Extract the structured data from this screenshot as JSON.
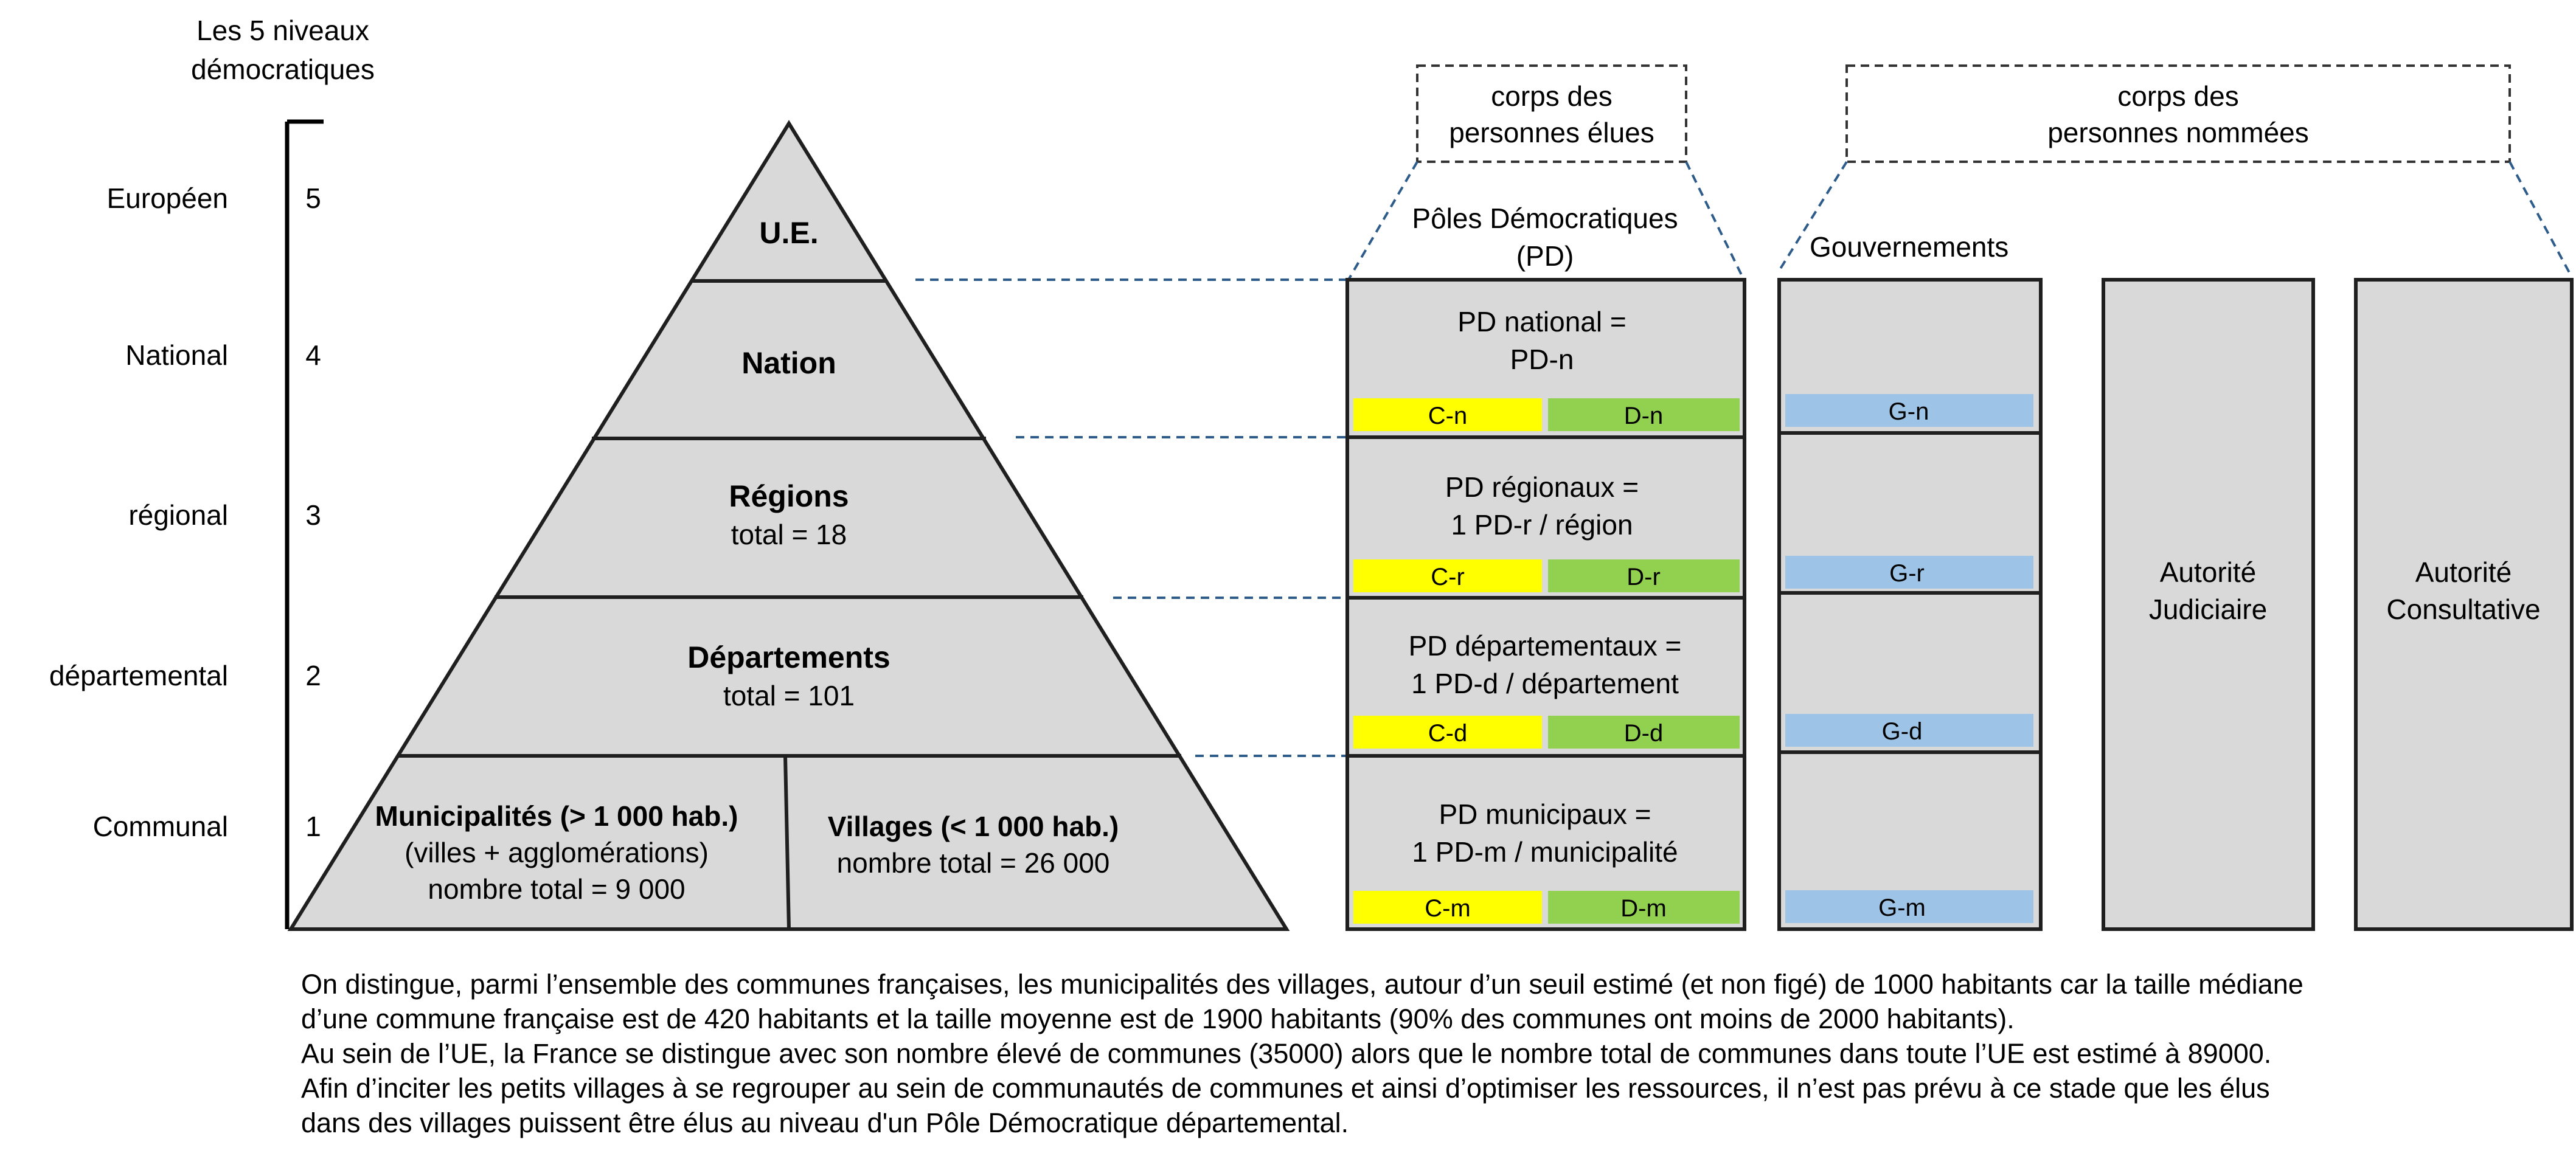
{
  "scale": {
    "title_lines": [
      "Les 5 niveaux",
      "démocratiques"
    ],
    "levels": [
      {
        "name": "Européen",
        "number": "5"
      },
      {
        "name": "National",
        "number": "4"
      },
      {
        "name": "régional",
        "number": "3"
      },
      {
        "name": "départemental",
        "number": "2"
      },
      {
        "name": "Communal",
        "number": "1"
      }
    ]
  },
  "pyramid": {
    "ue": "U.E.",
    "nation": "Nation",
    "regions": {
      "title": "Régions",
      "detail": "total = 18"
    },
    "departements": {
      "title": "Départements",
      "detail": "total = 101"
    },
    "municipalites": {
      "title": "Municipalités (> 1 000 hab.)",
      "detail1": "(villes + agglomérations)",
      "detail2": "nombre total = 9 000"
    },
    "villages": {
      "title": "Villages (< 1 000 hab.)",
      "detail": "nombre total = 26 000"
    }
  },
  "elected": {
    "header_lines": [
      "corps des",
      "personnes élues"
    ],
    "title_lines": [
      "Pôles Démocratiques",
      "(PD)"
    ],
    "cells": [
      {
        "line1": "PD national =",
        "line2": "PD-n",
        "c": "C-n",
        "d": "D-n"
      },
      {
        "line1": "PD régionaux =",
        "line2": "1 PD-r / région",
        "c": "C-r",
        "d": "D-r"
      },
      {
        "line1": "PD départementaux =",
        "line2": "1 PD-d / département",
        "c": "C-d",
        "d": "D-d"
      },
      {
        "line1": "PD municipaux =",
        "line2": "1 PD-m / municipalité",
        "c": "C-m",
        "d": "D-m"
      }
    ]
  },
  "appointed": {
    "header_lines": [
      "corps des",
      "personnes nommées"
    ],
    "gov_title": "Gouvernements",
    "gov_bars": [
      "G-n",
      "G-r",
      "G-d",
      "G-m"
    ],
    "judiciaire_lines": [
      "Autorité",
      "Judiciaire"
    ],
    "consultative_lines": [
      "Autorité",
      "Consultative"
    ]
  },
  "colors": {
    "box_fill": "#d9d9d9",
    "c_bar": "#ffff00",
    "d_bar": "#92d050",
    "g_bar": "#9dc3e6",
    "dash": "#2e5c8a"
  },
  "footnote": [
    "On distingue, parmi l’ensemble des communes françaises, les municipalités des villages, autour d’un seuil estimé (et non figé) de 1000 habitants car la taille médiane",
    "d’une commune française est de 420 habitants et la taille moyenne est de 1900 habitants (90% des communes ont moins de 2000 habitants).",
    "Au sein de l’UE, la France se distingue avec son nombre élevé de communes (35000) alors que le nombre total de communes dans toute l’UE est estimé à 89000.",
    "Afin d’inciter les petits villages à se regrouper au sein de communautés de communes et ainsi d’optimiser les ressources, il n’est pas prévu à ce stade que les élus",
    "dans des villages puissent être élus au niveau d'un Pôle Démocratique départemental."
  ]
}
